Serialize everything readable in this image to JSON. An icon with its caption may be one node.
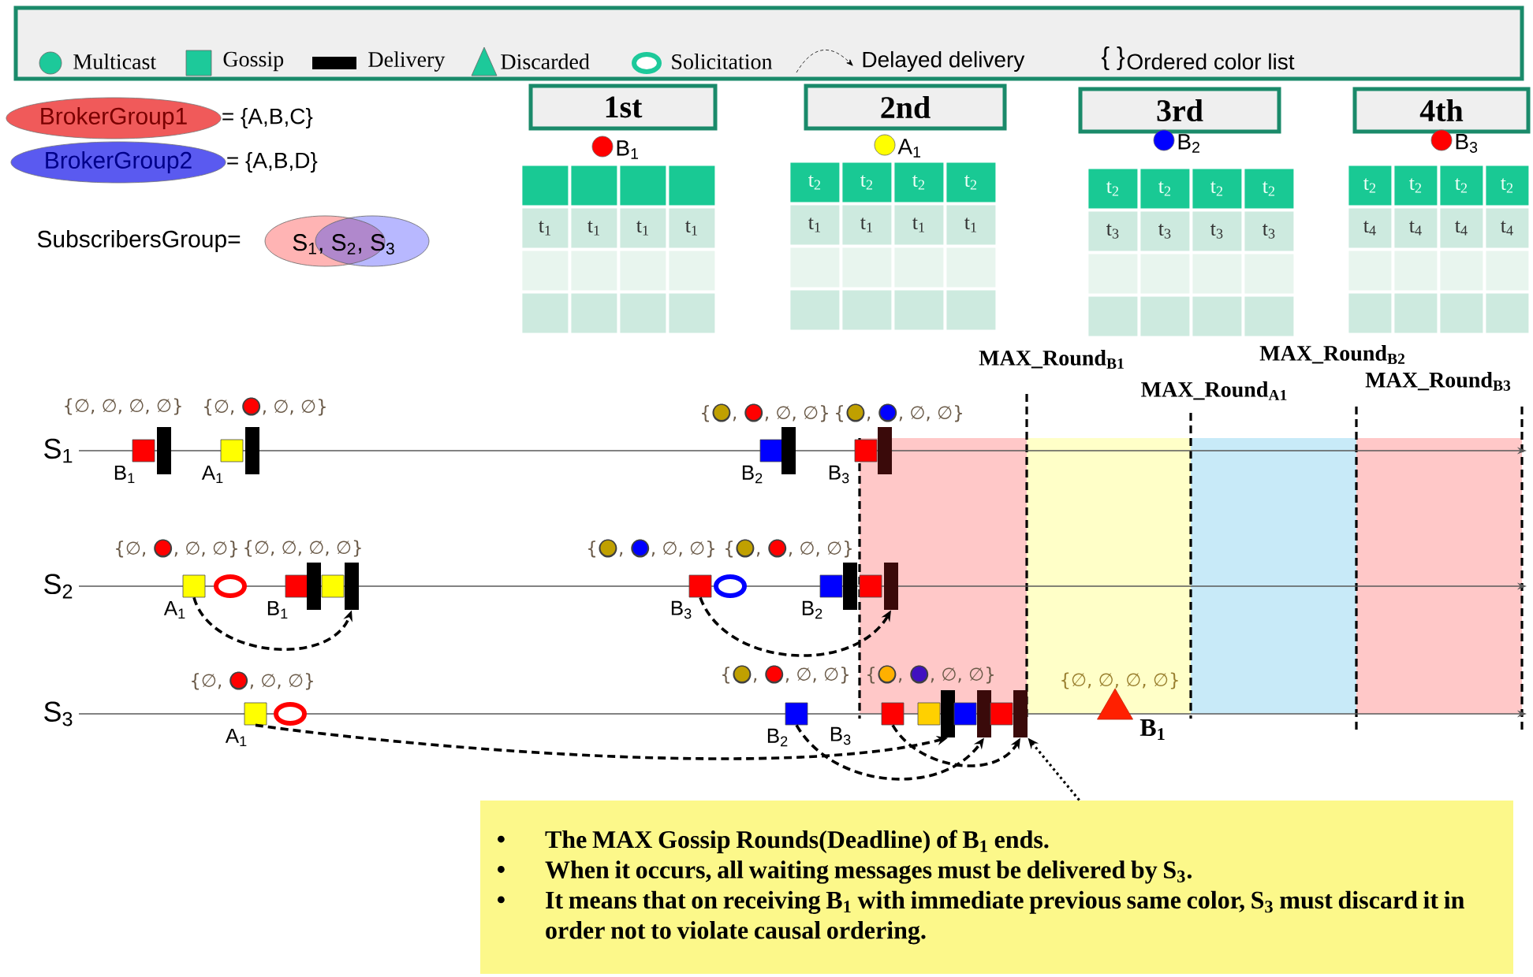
{
  "diagram": {
    "nodes": [
      {
        "text": [
          "BrokerGroup1"
        ],
        "beside": [
          "= {A,B,C}"
        ]
      },
      {
        "text": [
          "BrokerGroup2"
        ],
        "beside": [
          "= {A,B,D}"
        ]
      },
      {
        "text": [
          "1st"
        ]
      },
      {
        "text": [
          "2nd"
        ]
      },
      {
        "text": [
          "3rd"
        ]
      },
      {
        "text": [
          "4th"
        ]
      },
      {
        "text": [],
        "shape": "box",
        "beside": [
          "B$_{1}$"
        ]
      },
      {
        "text": [],
        "shape": "bar"
      },
      {
        "text": [],
        "shape": "box",
        "beside": [
          "A$_{1}$"
        ]
      },
      {
        "text": [],
        "shape": "bar"
      },
      {
        "text": [],
        "shape": "box",
        "beside": [
          "B$_{2}$"
        ]
      },
      {
        "text": [],
        "shape": "bar"
      },
      {
        "text": [],
        "shape": "box",
        "beside": [
          "B$_{3}$"
        ]
      },
      {
        "text": [],
        "shape": "bar"
      },
      {
        "text": [],
        "shape": "box",
        "beside": [
          "A$_{1}$"
        ]
      },
      {
        "text": [],
        "shape": "ring"
      },
      {
        "text": [],
        "shape": "box",
        "beside": [
          "B$_{1}$"
        ]
      },
      {
        "text": [],
        "shape": "bar"
      },
      {
        "text": [],
        "shape": "box"
      },
      {
        "text": [],
        "shape": "bar"
      },
      {
        "text": [],
        "shape": "box",
        "beside": [
          "B$_{3}$"
        ]
      },
      {
        "text": [],
        "shape": "ring"
      },
      {
        "text": [],
        "shape": "box",
        "beside": [
          "B$_{2}$"
        ]
      },
      {
        "text": [],
        "shape": "bar"
      },
      {
        "text": [],
        "shape": "box"
      },
      {
        "text": [],
        "shape": "bar"
      },
      {
        "text": [],
        "shape": "box",
        "beside": [
          "A$_{1}$"
        ]
      },
      {
        "text": [],
        "shape": "ring"
      },
      {
        "text": [],
        "shape": "box",
        "beside": [
          "B$_{2}$"
        ]
      },
      {
        "text": [],
        "shape": "box",
        "beside": [
          "B$_{3}$"
        ]
      },
      {
        "text": [],
        "shape": "box"
      },
      {
        "text": [],
        "shape": "bar"
      },
      {
        "text": [],
        "shape": "box"
      },
      {
        "text": [],
        "shape": "bar"
      },
      {
        "text": [],
        "shape": "box"
      },
      {
        "text": [],
        "shape": "bar"
      },
      {
        "text": [],
        "shape": "triangle",
        "beside": [
          "B$_{1}$"
        ]
      },
      {
        "text": [
          "The MAX Gossip Rounds(Deadline) of B$_{1}$ ends.",
          "When it occurs, all waiting messages must be delivered by S$_{3}$.",
          "It means that on receiving B$_{1}$ with immediate previous same color, S$_{3}$ must discard it in order not to violate causal ordering."
        ]
      }
    ],
    "edges": [
      {
        "from": 14,
        "to": 19,
        "arrow": "to",
        "style": "dashed"
      },
      {
        "from": 20,
        "to": 25,
        "arrow": "to",
        "style": "dashed"
      },
      {
        "from": 26,
        "to": 31,
        "arrow": "to",
        "style": "dashed"
      },
      {
        "from": 28,
        "to": 33,
        "arrow": "to",
        "style": "dashed"
      },
      {
        "from": 29,
        "to": 35,
        "arrow": "to",
        "style": "dashed"
      },
      {
        "from": 37,
        "to": 35,
        "arrow": "to",
        "style": "dashed"
      }
    ],
    "labels": [
      "{ }",
      "SubscribersGroup=",
      "S$_{1}$, S$_{2}$, S$_{3}$",
      "B$_{1}$",
      "A$_{1}$",
      "B$_{2}$",
      "B$_{3}$",
      "t$_{1}$",
      "t$_{1}$",
      "t$_{1}$",
      "t$_{1}$",
      "t$_{2}$",
      "t$_{2}$",
      "t$_{2}$",
      "t$_{2}$",
      "t$_{1}$",
      "t$_{1}$",
      "t$_{1}$",
      "t$_{1}$",
      "t$_{2}$",
      "t$_{2}$",
      "t$_{2}$",
      "t$_{2}$",
      "t$_{3}$",
      "t$_{3}$",
      "t$_{3}$",
      "t$_{3}$",
      "t$_{2}$",
      "t$_{2}$",
      "t$_{2}$",
      "t$_{2}$",
      "t$_{4}$",
      "t$_{4}$",
      "t$_{4}$",
      "t$_{4}$",
      "MAX_Round$_{B1}$",
      "MAX_Round$_{B2}$",
      "MAX_Round$_{A1}$",
      "MAX_Round$_{B3}$",
      "S$_{1}$",
      "S$_{2}$",
      "S$_{3}$",
      "{∅, ∅, ∅, ∅}",
      "{∅, ●, ∅, ∅}",
      "{●, ●, ∅, ∅}",
      "{●, ●, ∅, ∅}",
      "{∅, ●, ∅, ∅}",
      "{∅, ∅, ∅, ∅}",
      "{●, ●, ∅, ∅}",
      "{●, ●, ∅, ∅}",
      "{∅, ●, ∅, ∅}",
      "{●, ●, ∅, ∅}",
      "{●, ●, ∅, ∅}",
      "{∅, ∅, ∅, ∅}"
    ],
    "legend": [
      {
        "text": "Multicast"
      },
      {
        "text": "Gossip"
      },
      {
        "text": "Delivery"
      },
      {
        "text": "Discarded"
      },
      {
        "text": "Solicitation"
      },
      {
        "text": "Delayed delivery"
      },
      {
        "text": "Ordered color list"
      }
    ]
  }
}
